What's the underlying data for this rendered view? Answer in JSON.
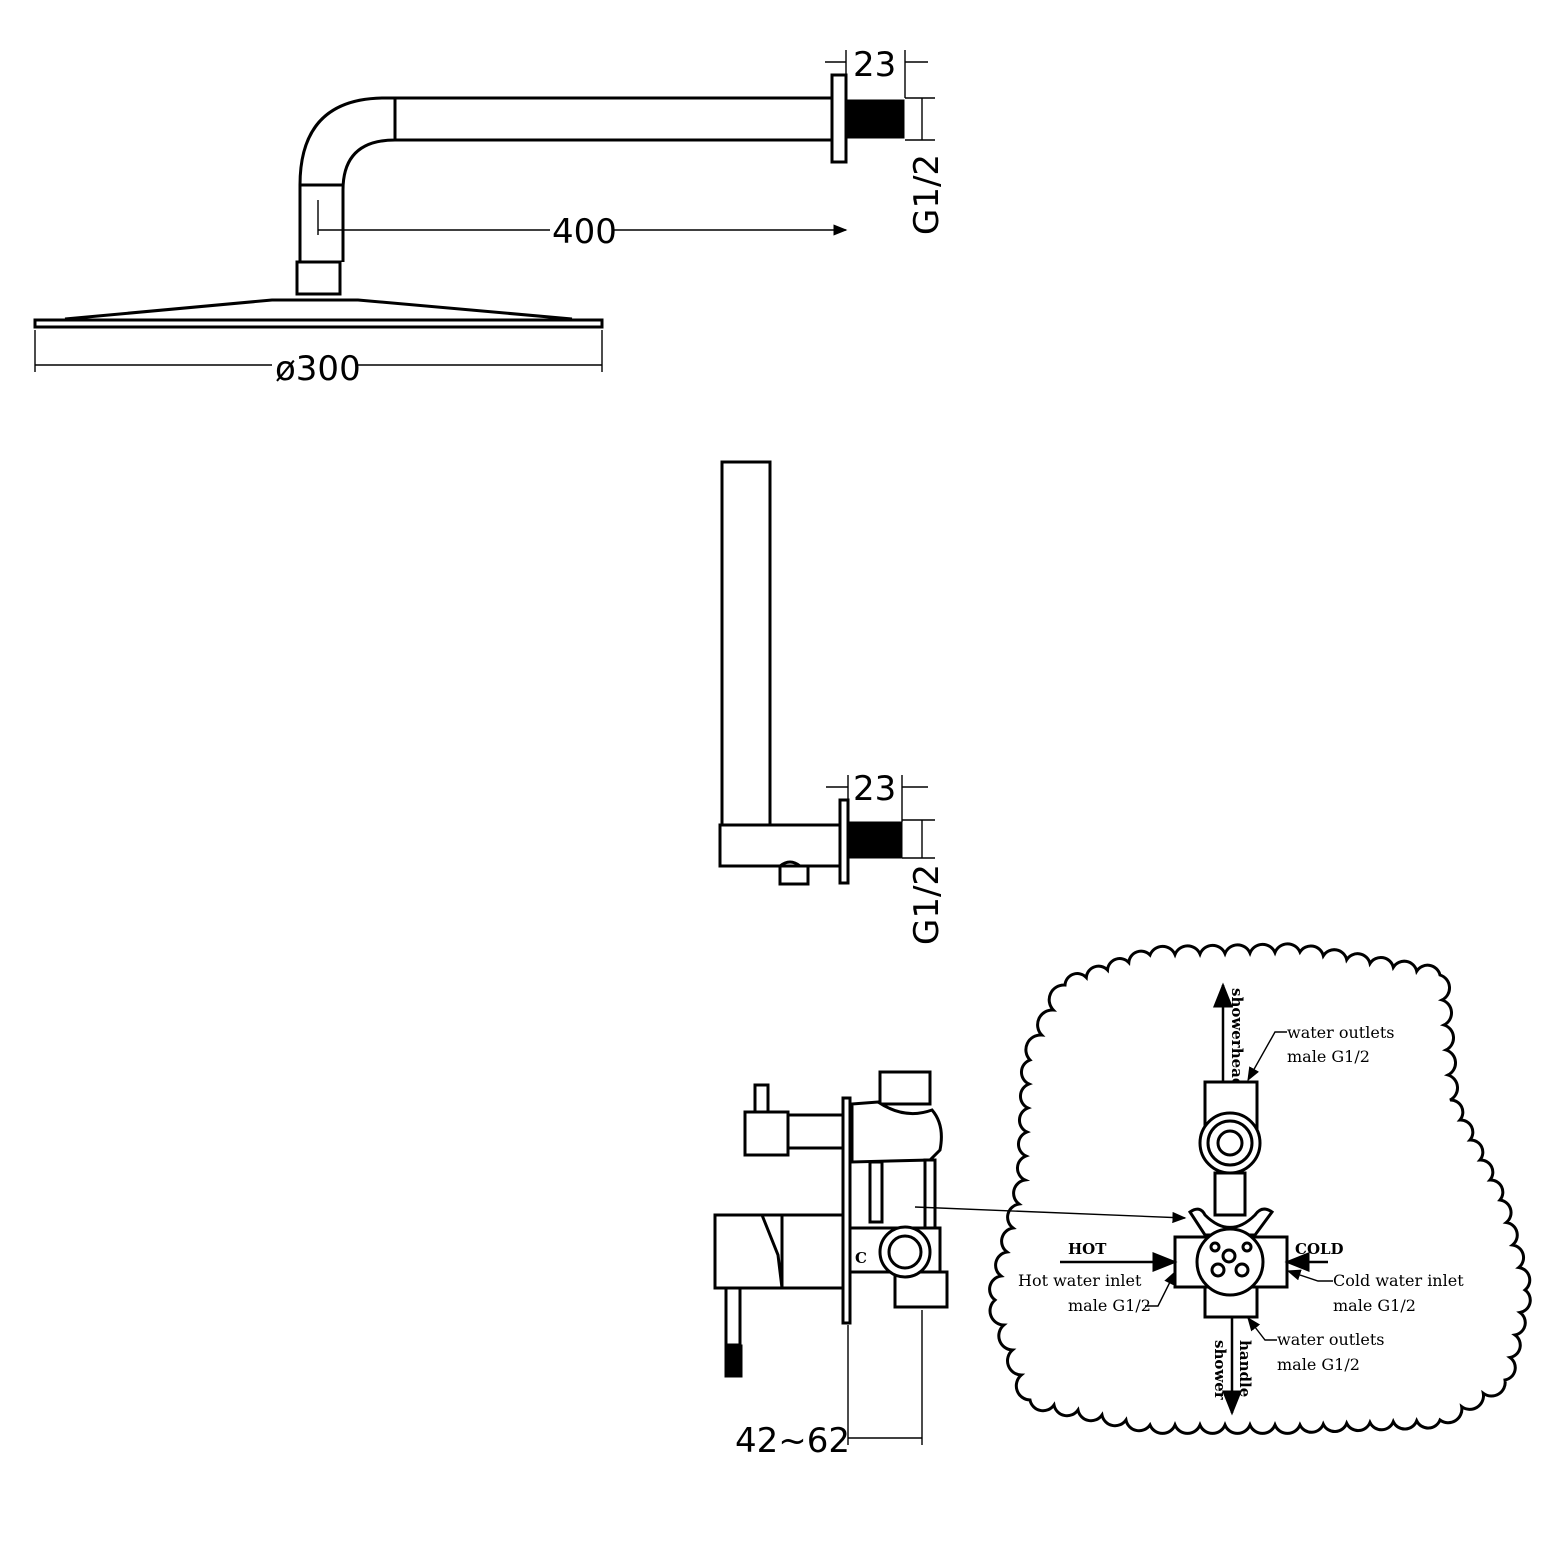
{
  "shower_arm": {
    "flange_thickness": "23",
    "arm_length": "400",
    "thread": "G1/2",
    "head_diameter": "ø300"
  },
  "handheld_holder": {
    "flange_thickness": "23",
    "thread": "G1/2"
  },
  "valve": {
    "depth_range": "42~62",
    "cold_marker": "C"
  },
  "detail": {
    "top_outlet_direction": "showerhead",
    "top_outlet_note_1": "water outlets",
    "top_outlet_note_2": "male G1/2",
    "hot_label": "HOT",
    "hot_note_1": "Hot water inlet",
    "hot_note_2": "male G1/2",
    "cold_label": "COLD",
    "cold_note_1": "Cold water inlet",
    "cold_note_2": "male G1/2",
    "bottom_outlet_direction_1": "handle",
    "bottom_outlet_direction_2": "shower",
    "bottom_outlet_note_1": "water outlets",
    "bottom_outlet_note_2": "male G1/2"
  }
}
